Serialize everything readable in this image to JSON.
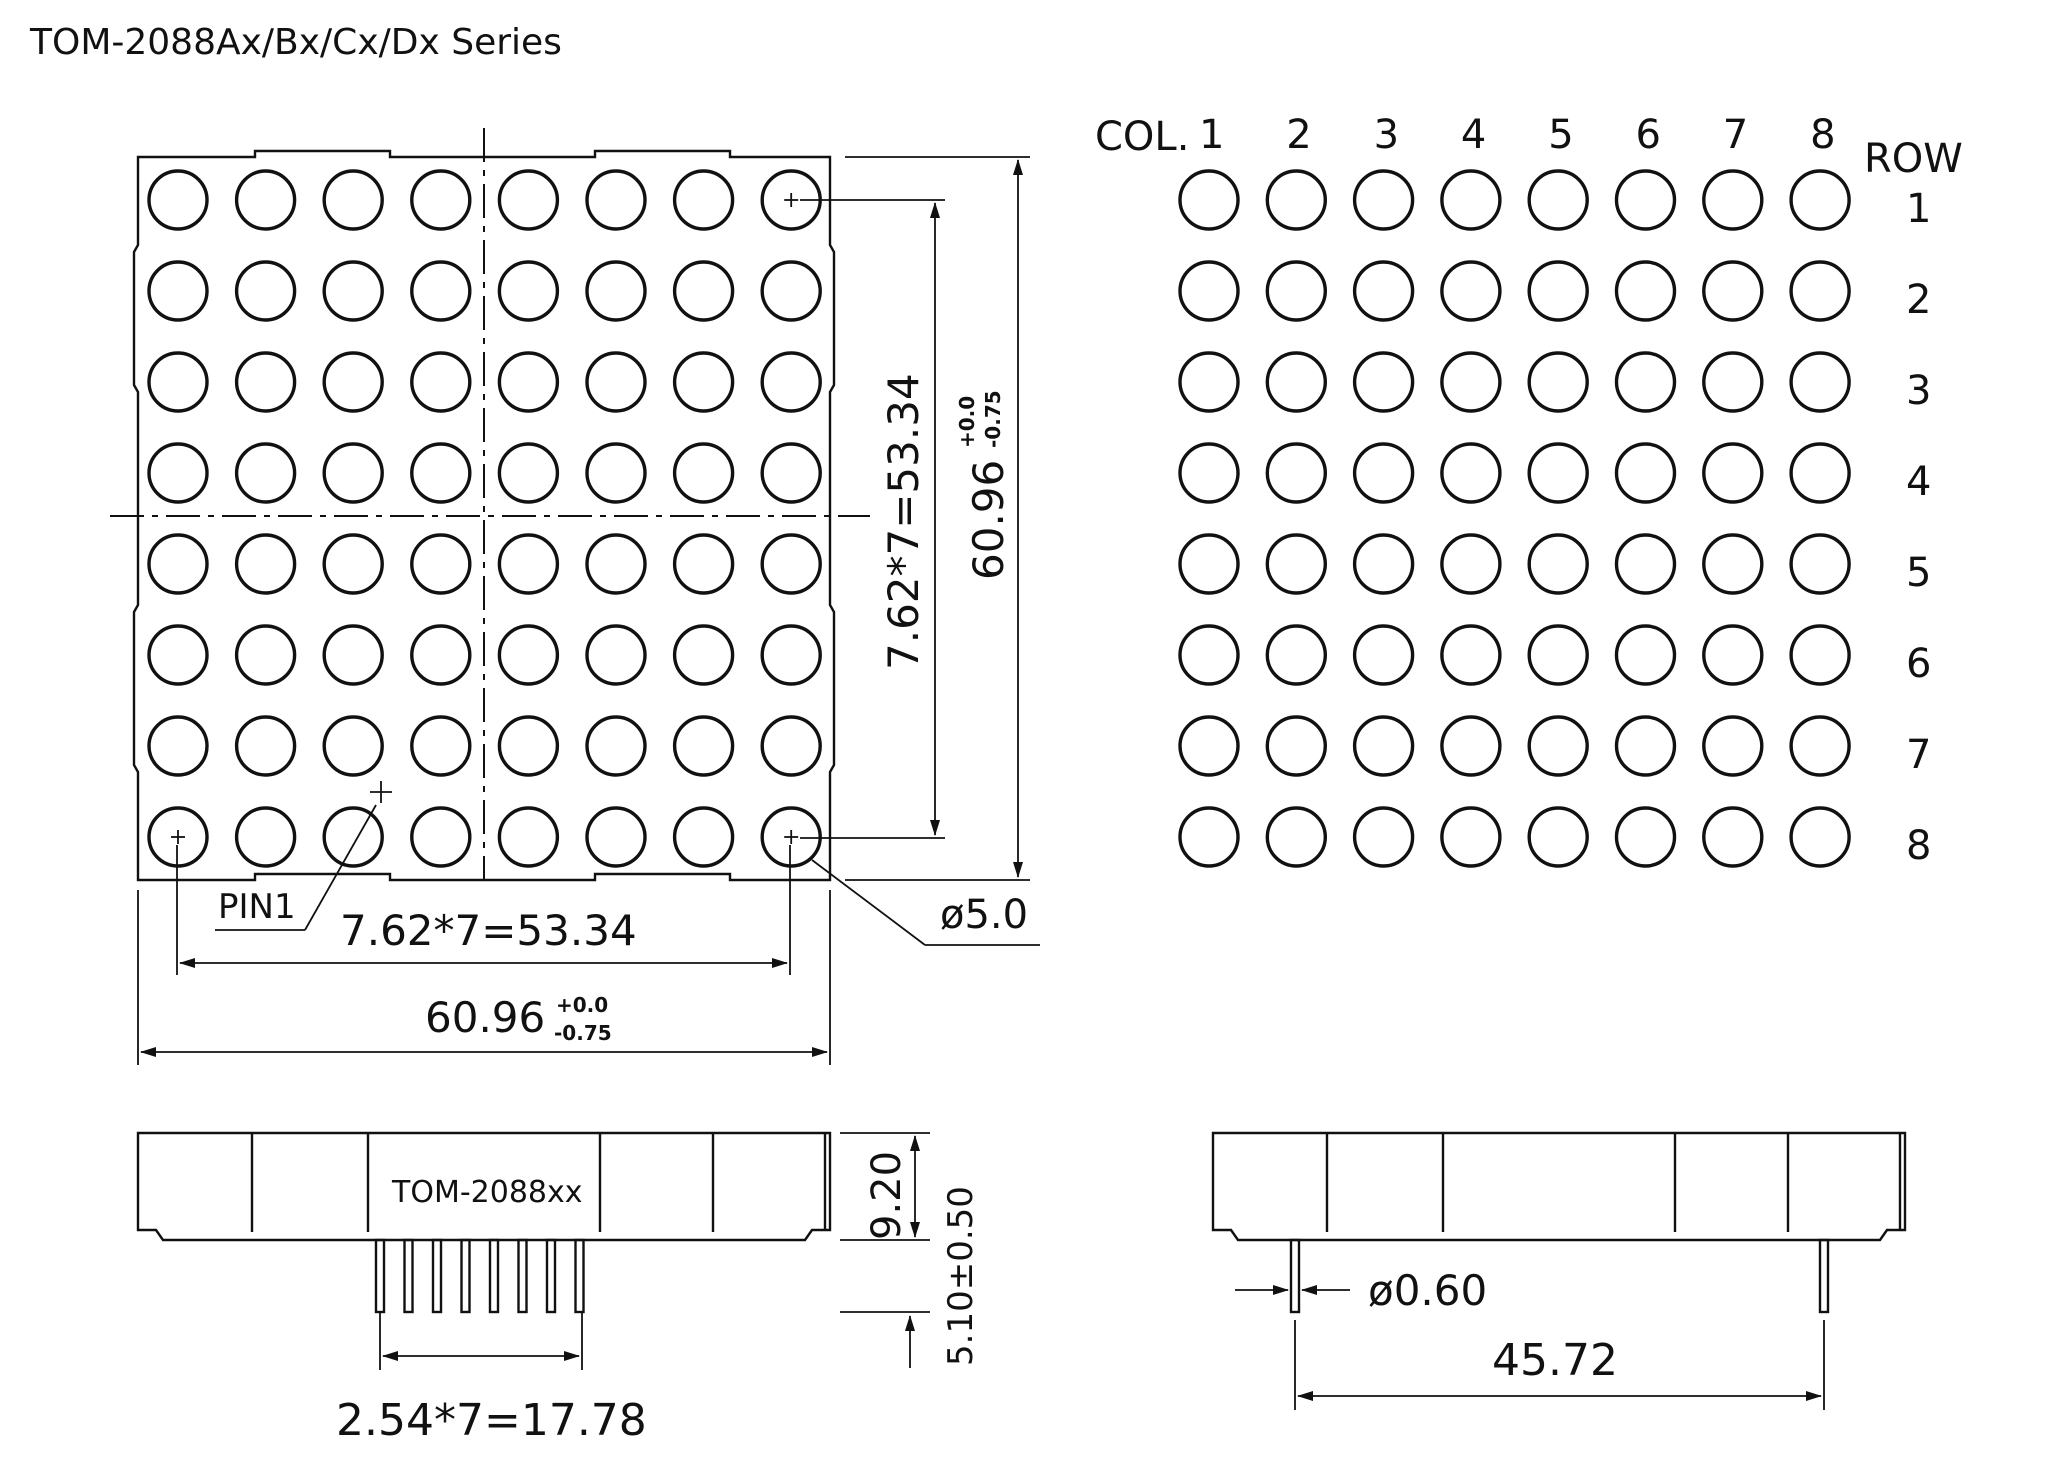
{
  "title": "TOM-2088Ax/Bx/Cx/Dx Series",
  "colors": {
    "ink": "#111111",
    "paper": "#ffffff"
  },
  "front_view": {
    "rows": 8,
    "cols": 8,
    "pin1_label": "PIN1",
    "pitch_dim": "7.62*7=53.34",
    "width_dim": "60.96",
    "width_tol_plus": "+0.0",
    "width_tol_minus": "-0.75",
    "vert_pitch_dim": "7.62*7=53.34",
    "vert_size_dim": "60.96",
    "vert_tol_plus": "+0.0",
    "vert_tol_minus": "-0.75",
    "led_diameter_dim": "ø5.0"
  },
  "schematic": {
    "col_label": "COL.",
    "row_label": "ROW",
    "col_numbers": [
      "1",
      "2",
      "3",
      "4",
      "5",
      "6",
      "7",
      "8"
    ],
    "row_numbers": [
      "1",
      "2",
      "3",
      "4",
      "5",
      "6",
      "7",
      "8"
    ]
  },
  "side_view": {
    "part_label": "TOM-2088xx",
    "height_dim": "9.20",
    "pin_length_dim": "5.10±0.50",
    "pin_pitch_dim": "2.54*7=17.78",
    "pin_count": 8
  },
  "end_view": {
    "pin_dia_dim": "ø0.60",
    "pin_span_dim": "45.72"
  }
}
